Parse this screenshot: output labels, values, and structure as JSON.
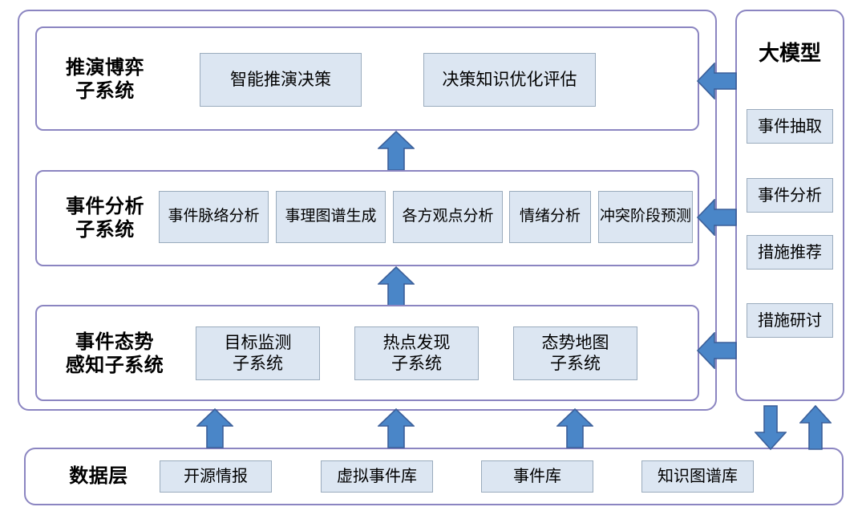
{
  "diagram": {
    "title_hidden": "",
    "colors": {
      "panel_border": "#8b85c1",
      "chip_fill": "#dce6f2",
      "chip_border": "#9aabbd",
      "arrow_fill": "#4a86c8",
      "arrow_border": "#3b5f99",
      "text": "#000000",
      "background": "#ffffff"
    }
  },
  "rows": [
    {
      "id": "deduction-game",
      "label": "推演博弈\n子系统",
      "modules": [
        {
          "label": "智能推演决策"
        },
        {
          "label": "决策知识优化评估"
        }
      ]
    },
    {
      "id": "event-analysis",
      "label": "事件分析\n子系统",
      "modules": [
        {
          "label": "事件脉络分析"
        },
        {
          "label": "事理图谱生成"
        },
        {
          "label": "各方观点分析"
        },
        {
          "label": "情绪分析"
        },
        {
          "label": "冲突阶段预测"
        }
      ]
    },
    {
      "id": "situation-awareness",
      "label": "事件态势\n感知子系统",
      "modules": [
        {
          "label": "目标监测\n子系统"
        },
        {
          "label": "热点发现\n子系统"
        },
        {
          "label": "态势地图\n子系统"
        }
      ]
    }
  ],
  "data_layer": {
    "label": "数据层",
    "modules": [
      {
        "label": "开源情报"
      },
      {
        "label": "虚拟事件库"
      },
      {
        "label": "事件库"
      },
      {
        "label": "知识图谱库"
      }
    ]
  },
  "sidebar": {
    "title": "大模型",
    "modules": [
      {
        "label": "事件抽取"
      },
      {
        "label": "事件分析"
      },
      {
        "label": "措施推荐"
      },
      {
        "label": "措施研讨"
      }
    ]
  },
  "arrows": {
    "up_to_deduction": "arrow-up-icon",
    "up_to_analysis": "arrow-up-icon",
    "left_to_deduction": "arrow-left-icon",
    "left_to_analysis": "arrow-left-icon",
    "left_to_awareness": "arrow-left-icon",
    "data_up_1": "arrow-up-icon",
    "data_up_2": "arrow-up-icon",
    "data_up_3": "arrow-up-icon",
    "sidebar_down": "arrow-down-icon",
    "sidebar_up": "arrow-up-icon"
  }
}
